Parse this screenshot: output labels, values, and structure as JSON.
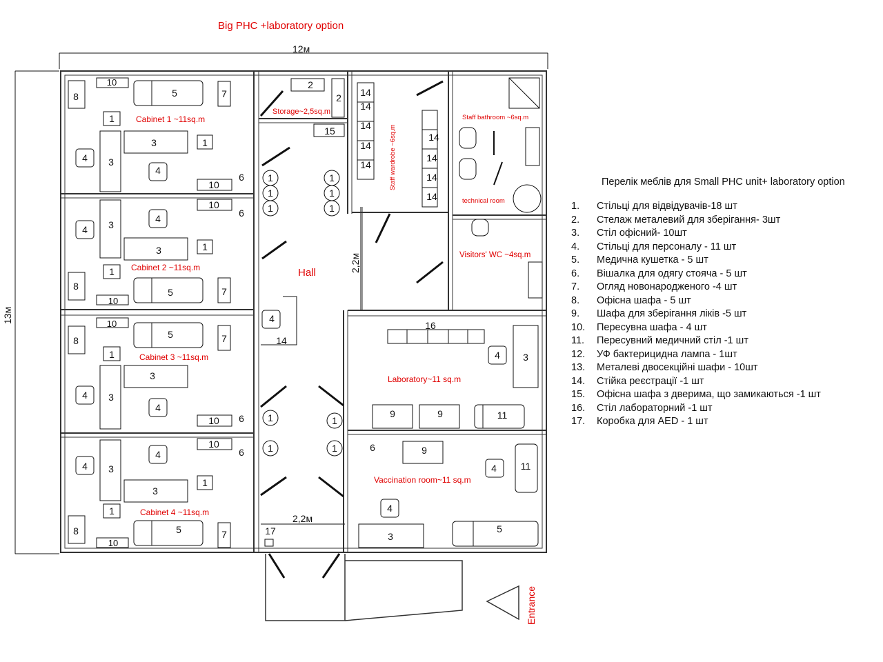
{
  "title": "Big PHC +laboratory option",
  "dimensions": {
    "width": "12м",
    "height": "13м",
    "corridor_top": "2,2м",
    "corridor_bottom": "2,2м"
  },
  "rooms": {
    "cabinet1": "Cabinet 1 ~11sq.m",
    "cabinet2": "Cabinet 2 ~11sq.m",
    "cabinet3": "Cabinet 3 ~11sq.m",
    "cabinet4": "Cabinet 4 ~11sq.m",
    "storage": "Storage~2,5sq.m",
    "wardrobe": "Staff wardrobe ~6sq.m",
    "bathroom": "Staff bathroom ~6sq.m",
    "technical": "technical room",
    "visitors_wc": "Visitors' WC ~4sq.m",
    "hall": "Hall",
    "laboratory": "Laboratory~11     sq.m",
    "vaccination": "Vaccination room~11 sq.m",
    "entrance": "Entrance"
  },
  "legend": {
    "title": "Перелік меблів для Small PHC unit+ laboratory option",
    "items": [
      {
        "num": "1.",
        "text": "Стільці для відвідувачів-18 шт"
      },
      {
        "num": "2.",
        "text": "Стелаж металевий для зберігання- 3шт"
      },
      {
        "num": "3.",
        "text": "Стіл офісний- 10шт"
      },
      {
        "num": "4.",
        "text": "Стільці для персоналу - 11 шт"
      },
      {
        "num": "5.",
        "text": "Медична кушетка - 5 шт"
      },
      {
        "num": "6.",
        "text": "Вішалка для одягу стояча - 5 шт"
      },
      {
        "num": "7.",
        "text": "Огляд новонародженого -4 шт"
      },
      {
        "num": "8.",
        "text": "Офісна шафа - 5 шт"
      },
      {
        "num": "9.",
        "text": "Шафа для зберігання ліків -5 шт"
      },
      {
        "num": "10.",
        "text": "Пересувна шафа -  4 шт"
      },
      {
        "num": "11.",
        "text": "Пересувний медичний стіл -1 шт"
      },
      {
        "num": "12.",
        "text": "УФ бактерицидна лампа - 1шт"
      },
      {
        "num": "13.",
        "text": "Металеві двосекційні шафи  - 10шт"
      },
      {
        "num": "14.",
        "text": "Стійка реєстрації -1 шт"
      },
      {
        "num": "15.",
        "text": "Офісна шафа з дверима, що замикаються -1 шт"
      },
      {
        "num": "16.",
        "text": "Стіл лабораторний -1 шт"
      },
      {
        "num": "17.",
        "text": "Коробка для AED - 1 шт"
      }
    ]
  },
  "markers": {
    "n1": "1",
    "n2": "2",
    "n3": "3",
    "n4": "4",
    "n5": "5",
    "n6": "6",
    "n7": "7",
    "n8": "8",
    "n9": "9",
    "n10": "10",
    "n11": "11",
    "n14": "14",
    "n15": "15",
    "n16": "16",
    "n17": "17"
  },
  "colors": {
    "label": "#e00000",
    "wall": "#333333",
    "line": "#111111"
  }
}
